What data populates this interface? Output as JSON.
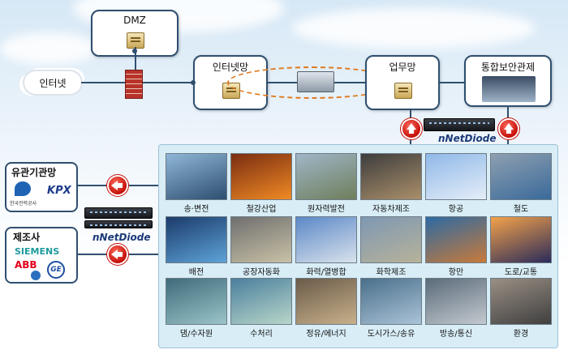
{
  "nodes": {
    "dmz": "DMZ",
    "internet": "인터넷",
    "internet_net": "인터넷망",
    "business_net": "업무망",
    "security_center": "통합보안관제",
    "related_orgs": "유관기관망",
    "manufacturers": "제조사"
  },
  "device_label": "nNetDiode",
  "logos": {
    "kpx": "KPX",
    "org_caption": "한국전력공사",
    "siemens": "SIEMENS",
    "abb": "ABB",
    "ge": "GE"
  },
  "industries": [
    "송·변전",
    "철강산업",
    "원자력발전",
    "자동차제조",
    "항공",
    "철도",
    "배전",
    "공장자동화",
    "화력/열병합",
    "화학제조",
    "항만",
    "도로/교통",
    "댐/수자원",
    "수처리",
    "정유/에너지",
    "도시가스/송유",
    "방송/통신",
    "환경"
  ],
  "colors": {
    "box_border": "#2f4f6f",
    "arrow_red": "#c4100a",
    "diode_label": "#1b3a78",
    "panel_bg": "#d8edf6"
  }
}
